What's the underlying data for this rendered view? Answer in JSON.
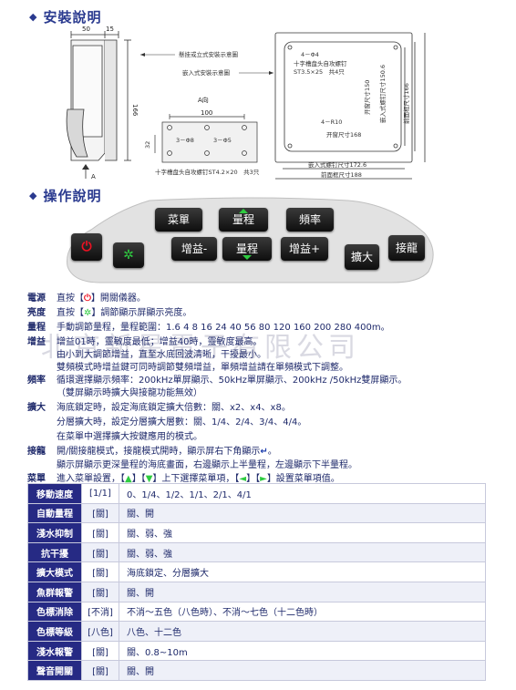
{
  "sections": {
    "install_title": "安裝說明",
    "operate_title": "操作說明"
  },
  "drawing": {
    "dim_50": "50",
    "dim_15": "15",
    "dim_166": "166",
    "arrow_a": "A",
    "label_hanging": "懸挂或立式安裝示意圖",
    "label_embedded": "嵌入式安裝示意圖",
    "view_a": "A向",
    "dim_100": "100",
    "dim_32": "32",
    "hole_3_8": "3－Φ8",
    "hole_3_5": "3－Φ5",
    "screw_note": "十字槽盘头自攻螺钉ST4.2×20　共3只",
    "hole_4_4": "4－Φ4",
    "screw_note2": "十字槽盘头自攻螺钉",
    "screw_note3": "ST3.5×25　共4只",
    "open_150": "开窗尺寸150",
    "embed_150": "嵌入式螺钉尺寸150.6",
    "front_166": "前面框尺寸166",
    "r10": "4－R10",
    "open_168": "开窗尺寸168",
    "embed_172": "嵌入式螺钉尺寸172.6",
    "front_188": "前面框尺寸188"
  },
  "panel": {
    "menu": "菜單",
    "range_up": "量程",
    "freq": "頻率",
    "gain_minus": "增益-",
    "range_down": "量程",
    "gain_plus": "增益+",
    "zoom": "擴大",
    "bottom_lock": "接龍"
  },
  "desc": {
    "power_k": "電源",
    "power_v1": "直按【",
    "power_icon": "⏻",
    "power_v2": "】開關儀器。",
    "bright_k": "亮度",
    "bright_v1": "直按【",
    "bright_icon": "✲",
    "bright_v2": "】調節顯示屏顯示亮度。",
    "range_k": "量程",
    "range_v": "手動調節量程，量程範圍：1.6 4 8 16 24 40 56 80 120 160 200 280 400m。",
    "gain_k": "增益",
    "gain_v1": "增益01時，靈敏度最低；增益40時，靈敏度最高。",
    "gain_v2": "由小到大調節增益，直至水底回波清晰，干擾最小。",
    "gain_v3": "雙頻模式時增益鍵可同時調節雙頻增益，單頻增益請在單頻模式下調整。",
    "freq_k": "頻率",
    "freq_v1": "循環選擇顯示頻率：200kHz單屏顯示、50kHz單屏顯示、200kHz /50kHz雙屏顯示。",
    "freq_v2": "（雙屏顯示時擴大與接龍功能無效）",
    "zoom_k": "擴大",
    "zoom_v1": "海底鎖定時，設定海底鎖定擴大倍數：關、x2、x4、x8。",
    "zoom_v2": "分層擴大時，設定分層擴大層數：關、1/4、2/4、3/4、4/4。",
    "zoom_v3": "在菜單中選擇擴大按鍵應用的模式。",
    "lock_k": "接龍",
    "lock_v1": "開/關接龍模式，接龍模式開時，顯示屏右下角顯示",
    "lock_icon": "↵",
    "lock_v2": "。",
    "lock_v3": "顯示屏顯示更深量程的海底畫面，右邊顯示上半量程，左邊顯示下半量程。",
    "menu_k": "菜單",
    "menu_v1": "進入菜單設置，【",
    "menu_up": "▲",
    "menu_v2": "】【",
    "menu_dn": "▼",
    "menu_v3": "】上下選擇菜單項，【",
    "menu_l": "◄",
    "menu_v4": "】【",
    "menu_r": "►",
    "menu_v5": "】設置菜單項值。"
  },
  "watermark": "北京新星電子有限公司",
  "menu_table": [
    {
      "name": "移動速度",
      "default": "[1/1]",
      "options": "0、1/4、1/2、1/1、2/1、4/1"
    },
    {
      "name": "自動量程",
      "default": "[關]",
      "options": "關、開"
    },
    {
      "name": "淺水抑制",
      "default": "[關]",
      "options": "關、弱、強"
    },
    {
      "name": "抗干擾",
      "default": "[關]",
      "options": "關、弱、強"
    },
    {
      "name": "擴大模式",
      "default": "[關]",
      "options": "海底鎖定、分層擴大"
    },
    {
      "name": "魚群報警",
      "default": "[關]",
      "options": "關、開"
    },
    {
      "name": "色標消除",
      "default": "[不消]",
      "options": "不消～五色（八色時）、不消～七色（十二色時）"
    },
    {
      "name": "色標等級",
      "default": "[八色]",
      "options": "八色、十二色"
    },
    {
      "name": "淺水報警",
      "default": "[關]",
      "options": "關、0.8~10m"
    },
    {
      "name": "聲音開關",
      "default": "[關]",
      "options": "關、開"
    }
  ],
  "colors": {
    "accent": "#262a84",
    "text": "#1f2a6b",
    "key_green": "#2ecc40",
    "key_red": "#e12222"
  }
}
